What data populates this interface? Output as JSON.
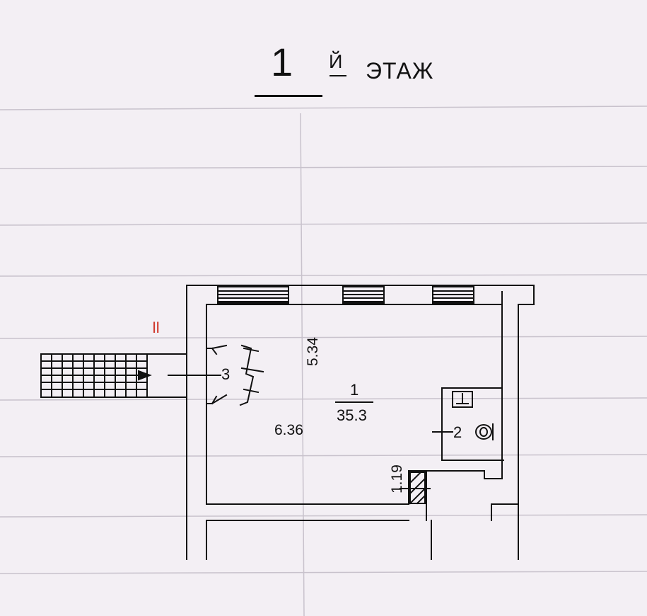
{
  "header": {
    "floor_number": "1",
    "floor_suffix": "Й",
    "floor_word": "ЭТАЖ"
  },
  "staircase": {
    "label": "II"
  },
  "rooms": [
    {
      "number": "1",
      "area": "35.3"
    },
    {
      "number": "2"
    },
    {
      "number": "3"
    }
  ],
  "dimensions": {
    "length": "6.36",
    "width": "5.34",
    "small": "1.19"
  },
  "colors": {
    "lines": "#111111",
    "staircase_label": "#d03a2e",
    "paper": "#f3eff4"
  }
}
